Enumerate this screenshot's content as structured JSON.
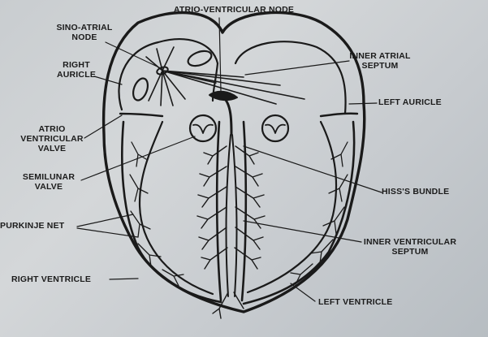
{
  "labels": {
    "av_node": "ATRIO-VENTRICULAR NODE",
    "sa_node": "SINO-ATRIAL\nNODE",
    "right_auricle": "RIGHT\nAURICLE",
    "inner_atrial_septum": "INNER ATRIAL\nSEPTUM",
    "left_auricle": "LEFT AURICLE",
    "av_valve": "ATRIO\nVENTRICULAR\nVALVE",
    "semilunar_valve": "SEMILUNAR\nVALVE",
    "hiss_bundle": "HISS'S BUNDLE",
    "purkinje_net": "PURKINJE NET",
    "inner_ventricular_septum": "INNER VENTRICULAR\nSEPTUM",
    "right_ventricle": "RIGHT VENTRICLE",
    "left_ventricle": "LEFT VENTRICLE"
  }
}
